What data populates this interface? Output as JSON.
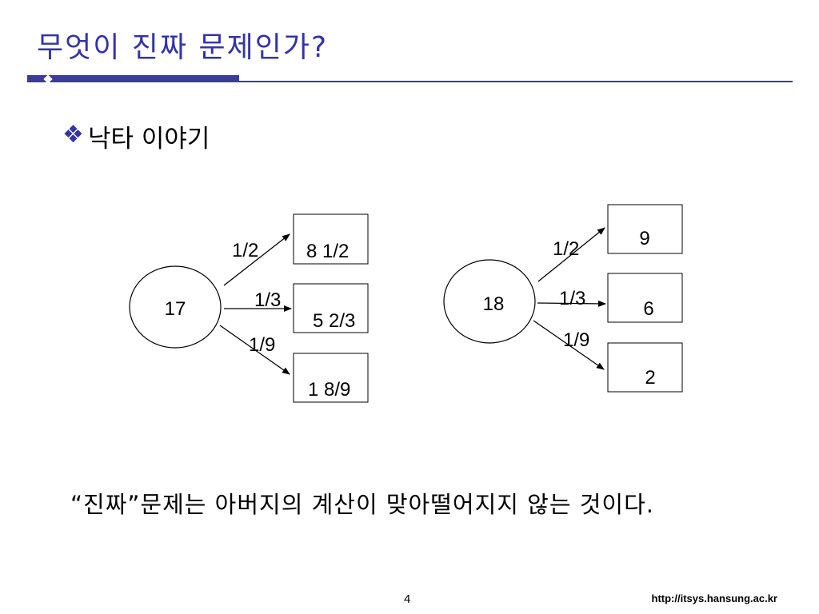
{
  "title": "무엇이 진짜 문제인가?",
  "bullet_icon": "diamond-cluster-icon",
  "subtitle": "낙타 이야기",
  "diagrams": [
    {
      "start": "17",
      "branches": [
        {
          "fraction": "1/2",
          "result": "8 1/2"
        },
        {
          "fraction": "1/3",
          "result": "5 2/3"
        },
        {
          "fraction": "1/9",
          "result": "1 8/9"
        }
      ]
    },
    {
      "start": "18",
      "branches": [
        {
          "fraction": "1/2",
          "result": "9"
        },
        {
          "fraction": "1/3",
          "result": "6"
        },
        {
          "fraction": "1/9",
          "result": "2"
        }
      ]
    }
  ],
  "caption": "“진짜”문제는 아버지의 계산이 맞아떨어지지 않는 것이다.",
  "page_number": "4",
  "footer_url": "http://itsys.hansung.ac.kr",
  "colors": {
    "accent": "#3333aa",
    "rule": "#3b3b9a"
  }
}
